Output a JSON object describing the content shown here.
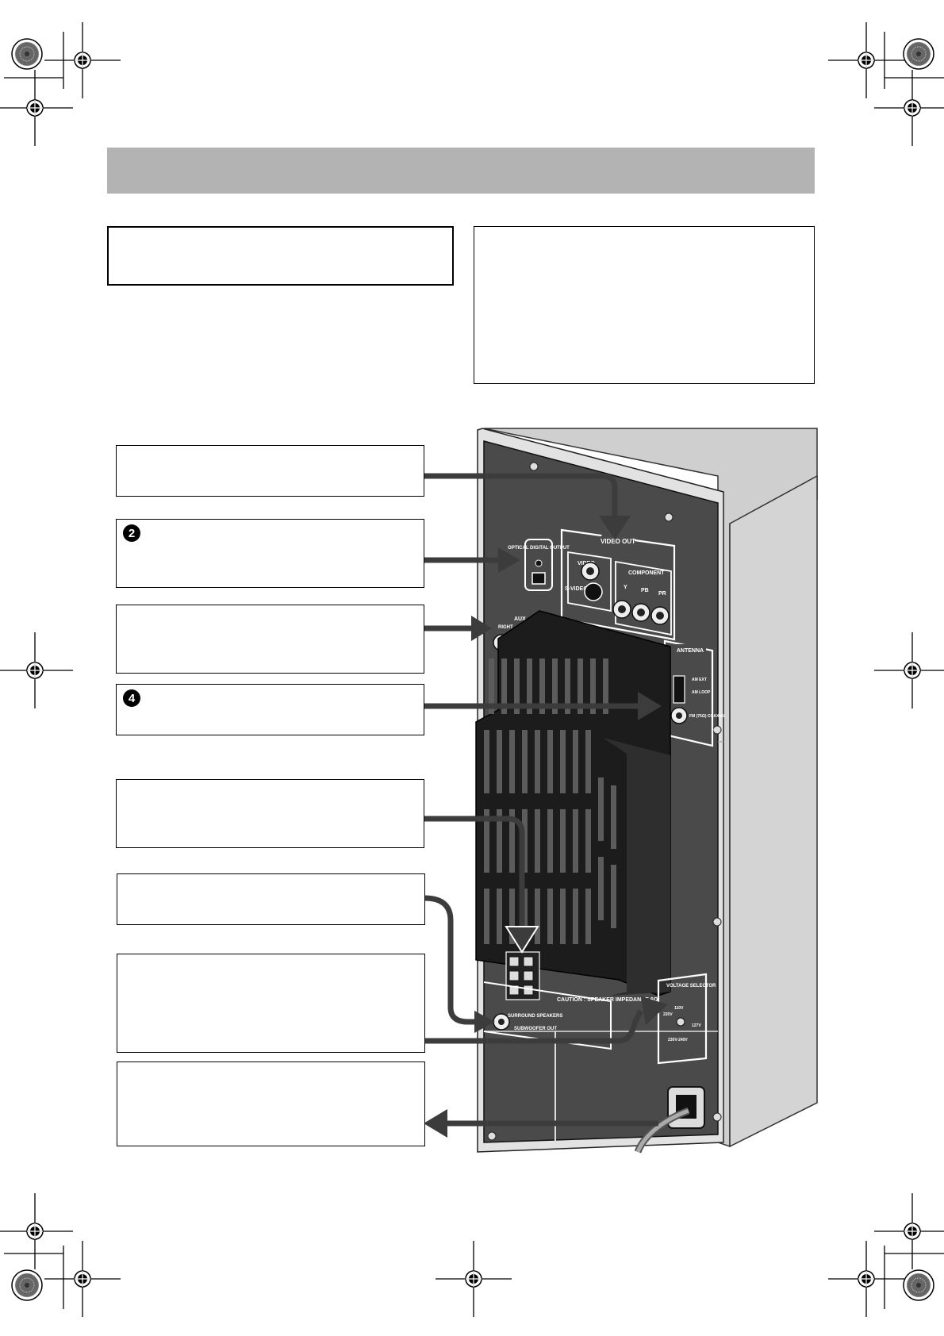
{
  "markers": {
    "optical": "2",
    "antenna": "4"
  },
  "panel_labels": {
    "optical_digital_output": "OPTICAL DIGITAL OUTPUT",
    "video_out": "VIDEO OUT",
    "video": "VIDEO",
    "s_video": "S-VIDEO",
    "component": "COMPONENT",
    "comp_y": "Y",
    "comp_pb": "PB",
    "comp_pr": "PR",
    "aux": "AUX",
    "aux_right": "RIGHT",
    "antenna": "ANTENNA",
    "am_ext": "AM EXT",
    "am_loop": "AM LOOP",
    "fm": "FM (75Ω) COAXIAL",
    "caution": "CAUTION : SPEAKER IMPEDANCE 6Ω",
    "surround_speakers": "SURROUND SPEAKERS",
    "subwoofer_out": "SUBWOOFER OUT",
    "voltage_selector": "VOLTAGE SELECTOR",
    "v110": "110V",
    "v127": "127V",
    "v220": "220V",
    "v230": "230V-240V"
  },
  "colors": {
    "header_bar": "#b3b3b3",
    "cabinet_side": "#cfcfcf",
    "panel_dark": "#4a4a4a",
    "grille": "#1c1c1c",
    "arrow": "#3c3c3c"
  }
}
